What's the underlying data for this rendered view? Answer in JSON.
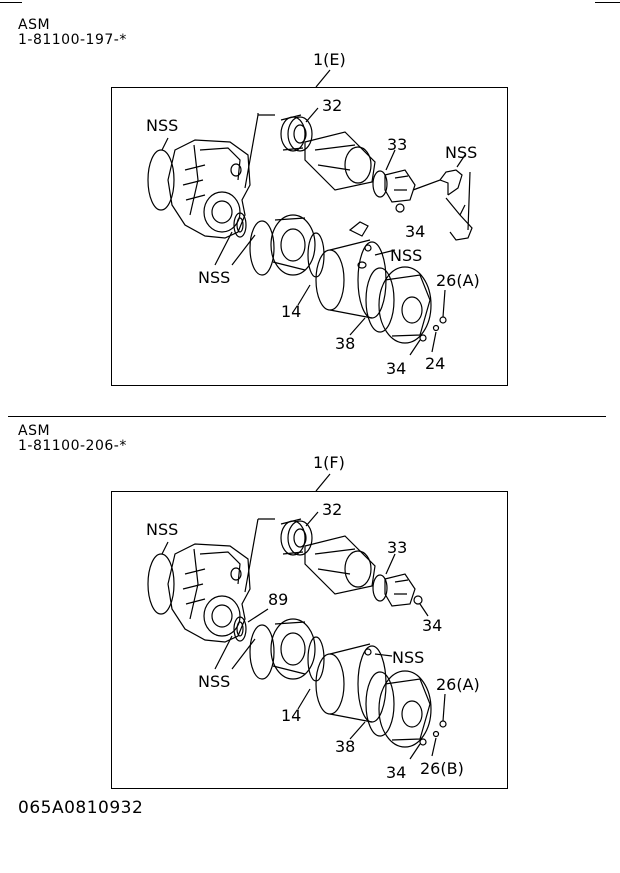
{
  "top_rules": {
    "left": true,
    "right": true
  },
  "section_a": {
    "asm_label": "ASM",
    "part_number": "1-81100-197-*",
    "assembly_callout": "1(E)",
    "callouts": [
      "NSS",
      "32",
      "33",
      "NSS",
      "34",
      "NSS",
      "NSS",
      "26(A)",
      "14",
      "38",
      "34",
      "24"
    ]
  },
  "section_b": {
    "asm_label": "ASM",
    "part_number": "1-81100-206-*",
    "assembly_callout": "1(F)",
    "callouts": [
      "NSS",
      "32",
      "33",
      "89",
      "34",
      "NSS",
      "NSS",
      "26(A)",
      "14",
      "38",
      "34",
      "26(B)"
    ]
  },
  "footer": {
    "drawing_number": "065A0810932"
  }
}
